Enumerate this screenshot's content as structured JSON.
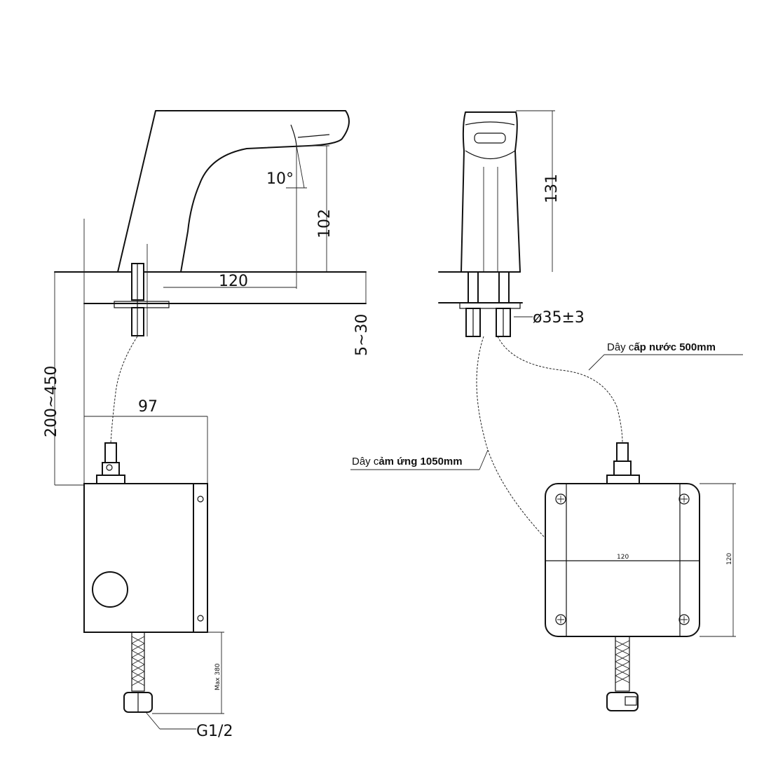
{
  "dimensions": {
    "angle": "10°",
    "spout_height": "102",
    "spout_reach": "120",
    "deck_thickness": "5~30",
    "mount_range": "200~450",
    "box_depth": "97",
    "faucet_height": "131",
    "hole_diameter": "ø35±3",
    "box_width": "120",
    "box_height": "120",
    "hose_max": "Max 380",
    "thread": "G1/2"
  },
  "labels": {
    "water_cable_prefix": "Dây c",
    "water_cable_bold": "ấp nước 500mm",
    "sensor_cable_prefix": "Dây c",
    "sensor_cable_bold": "ảm ứng 1050mm"
  }
}
